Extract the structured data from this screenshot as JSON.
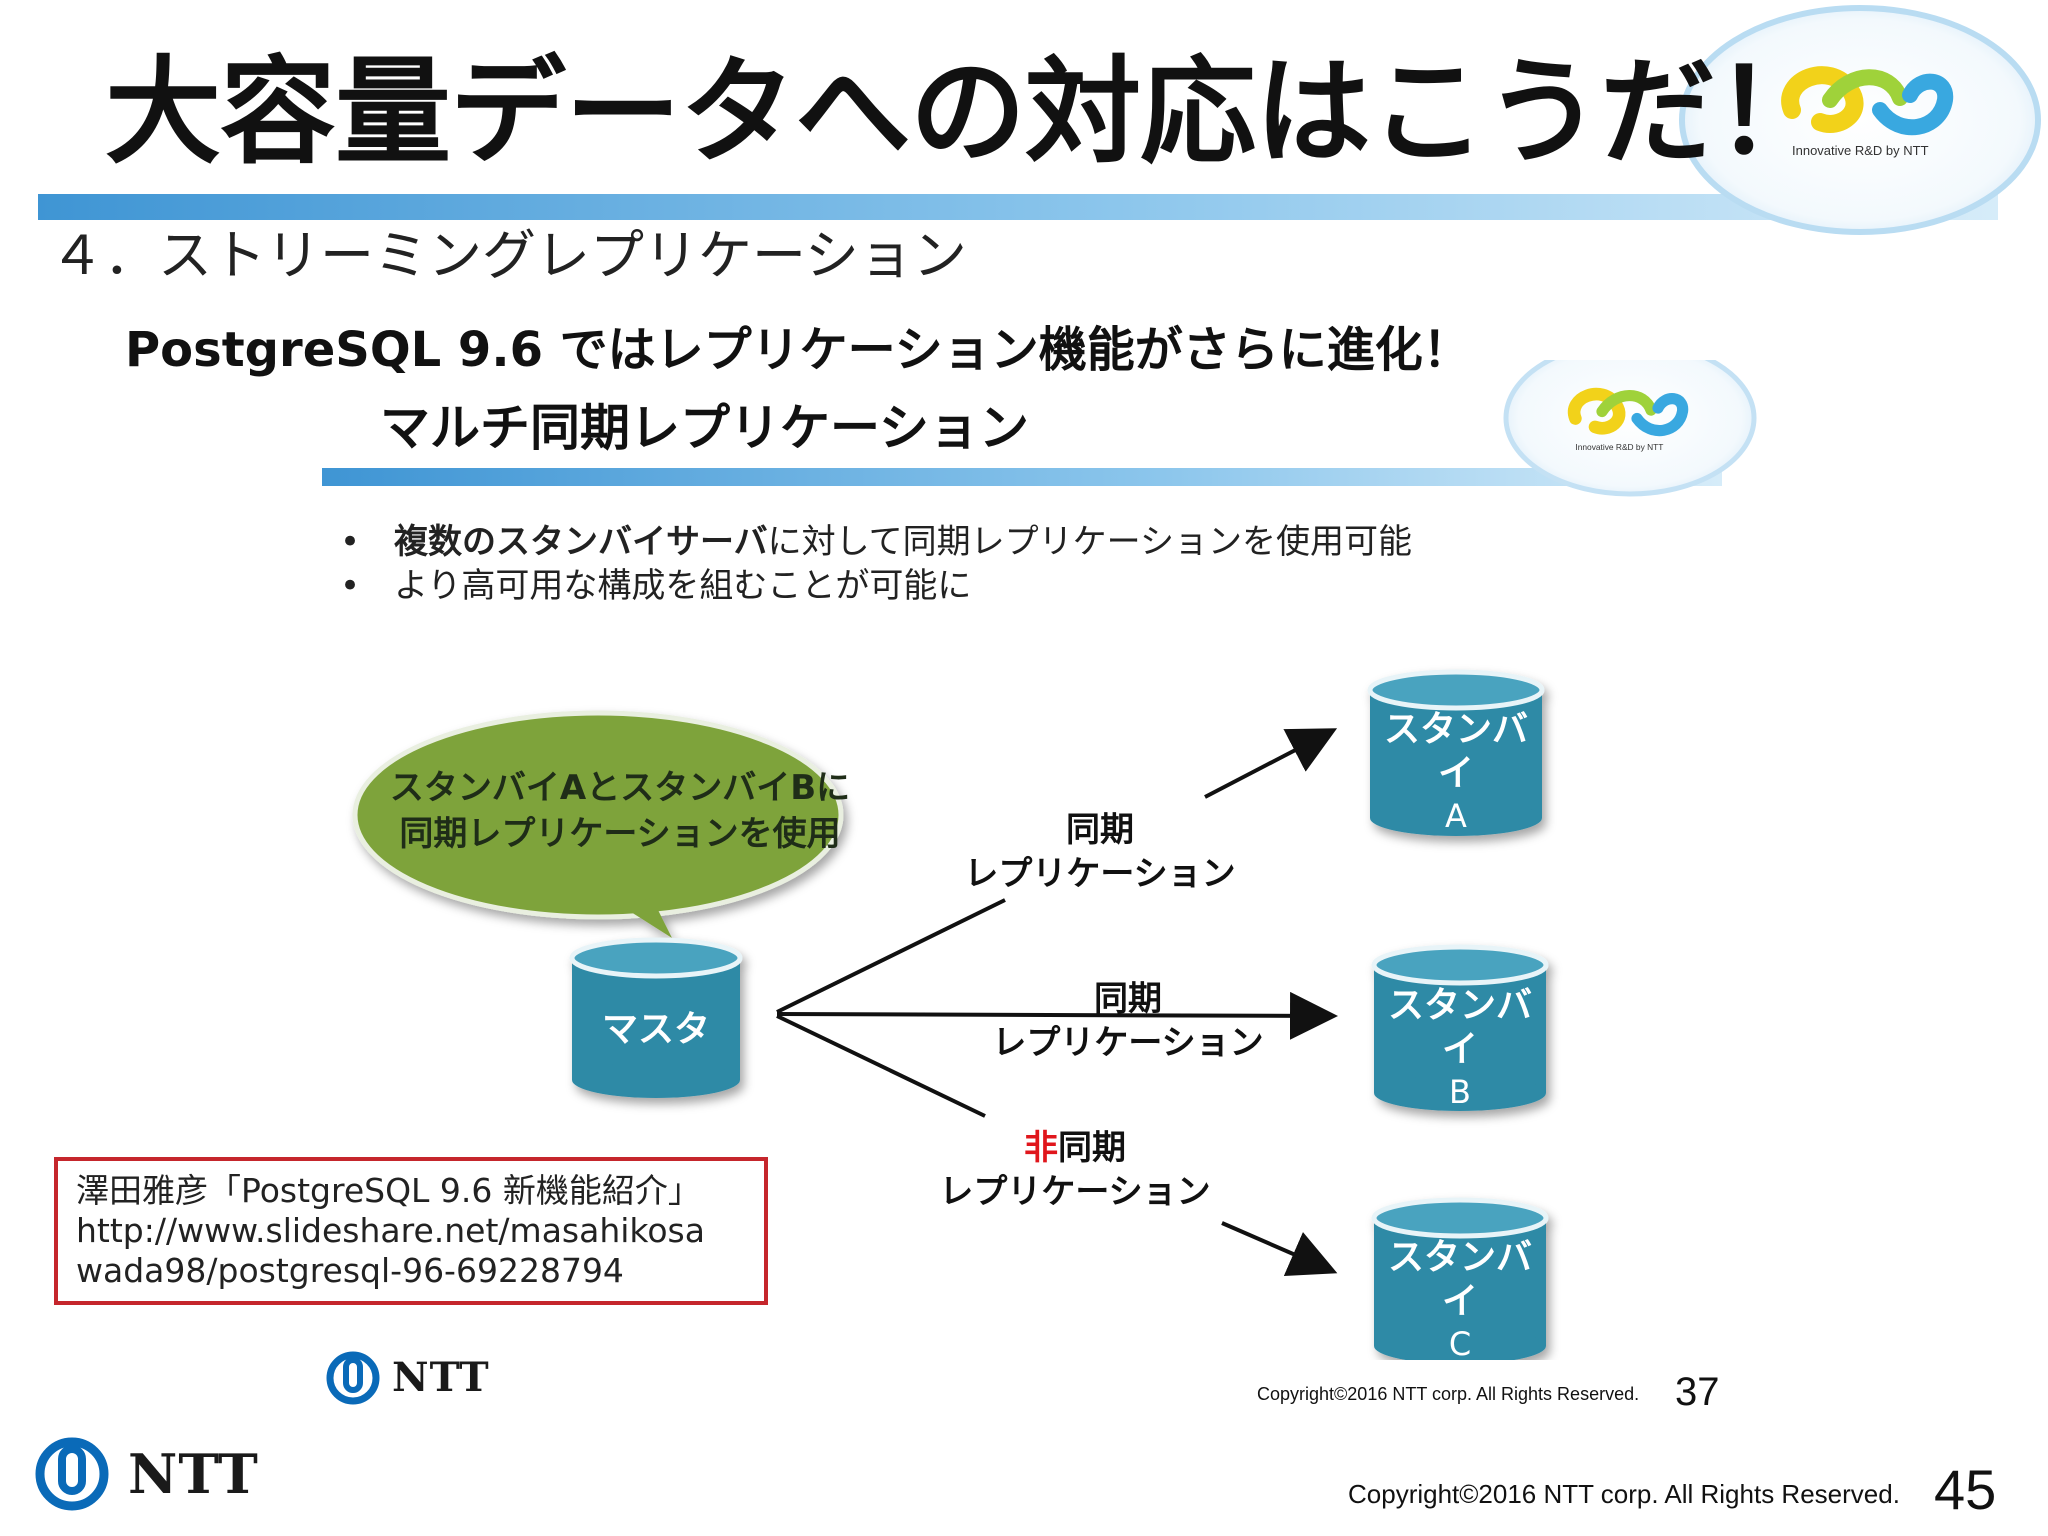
{
  "slide": {
    "title": "大容量データへの対応はこうだ！",
    "section_heading": "４．ストリーミングレプリケーション",
    "brand": {
      "caption": "Innovative R&D by NTT",
      "company": "NTT"
    },
    "footer": {
      "copyright": "Copyright©2016  NTT corp. All Rights Reserved.",
      "page_number": "45"
    }
  },
  "embedded_slide": {
    "title": "PostgreSQL 9.6 ではレプリケーション機能がさらに進化！",
    "subtitle": "マルチ同期レプリケーション",
    "brand": {
      "caption": "Innovative R&D by NTT",
      "company": "NTT"
    },
    "bullets": [
      {
        "bold": "複数のスタンバイサーバ",
        "text": "に対して同期レプリケーションを使用可能"
      },
      {
        "bold": "",
        "text": "より高可用な構成を組むことが可能に"
      }
    ],
    "speech_bubble": [
      "スタンバイAとスタンバイBに",
      "同期レプリケーションを使用"
    ],
    "master_label": "マスタ",
    "standbys": [
      {
        "label": "スタンバイ",
        "id": "A"
      },
      {
        "label": "スタンバイ",
        "id": "B"
      },
      {
        "label": "スタンバイ",
        "id": "C"
      }
    ],
    "replications": [
      {
        "line1": "同期",
        "line2": "レプリケーション"
      },
      {
        "line1": "同期",
        "line2": "レプリケーション"
      },
      {
        "prefix": "非",
        "line1": "同期",
        "line2": "レプリケーション"
      }
    ],
    "citation": [
      "澤田雅彦「PostgreSQL 9.6 新機能紹介」",
      "http://www.slideshare.net/masahikosa",
      "wada98/postgresql-96-69228794"
    ],
    "footer": {
      "copyright": "Copyright©2016  NTT corp. All Rights Reserved.",
      "page_number": "37"
    }
  },
  "colors": {
    "header_bar": "#4d9fd8",
    "cylinder": "#2f8aa6",
    "bubble": "#7ea33b",
    "citation_border": "#c5262c",
    "accent_red": "#e0161c",
    "ntt_blue": "#0a6ab8"
  }
}
